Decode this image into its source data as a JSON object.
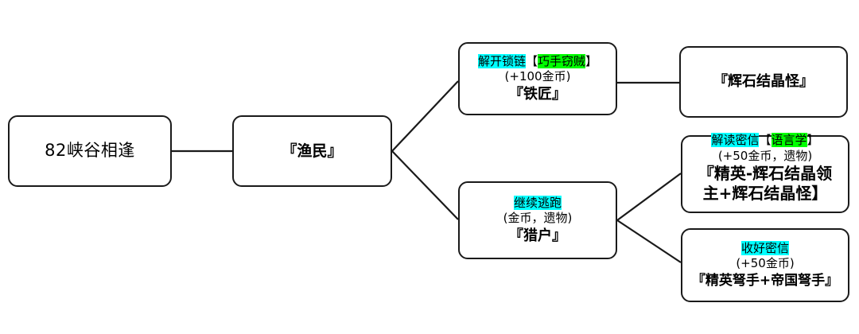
{
  "diagram": {
    "type": "event-branch-tree",
    "background_color": "#ffffff",
    "line_color": "#1a1a1a",
    "highlight_colors": {
      "option": "#00ffff",
      "skill": "#00ff00"
    },
    "nodes": {
      "root": {
        "label": "82峡谷相逢"
      },
      "fisherman": {
        "title": "『渔民』"
      },
      "blacksmith": {
        "option": "解开锁链",
        "bracket_open": "【",
        "skill": "巧手窃贼",
        "bracket_close": "】",
        "reward": "(+100金币)",
        "result": "『铁匠』"
      },
      "crystal_monster": {
        "result": "『辉石结晶怪』"
      },
      "hunter": {
        "option": "继续逃跑",
        "reward": "(金币，遗物)",
        "result": "『猎户』"
      },
      "decode_letter": {
        "option": "解读密信",
        "bracket_open": "【",
        "skill": "语言学",
        "bracket_close": "】",
        "reward": "(+50金币，遗物)",
        "result_line1": "『精英-辉石结晶领",
        "result_line2": "主+辉石结晶怪】"
      },
      "keep_letter": {
        "option": "收好密信",
        "reward": "(+50金币)",
        "result": "『精英弩手+帝国弩手』"
      }
    }
  }
}
